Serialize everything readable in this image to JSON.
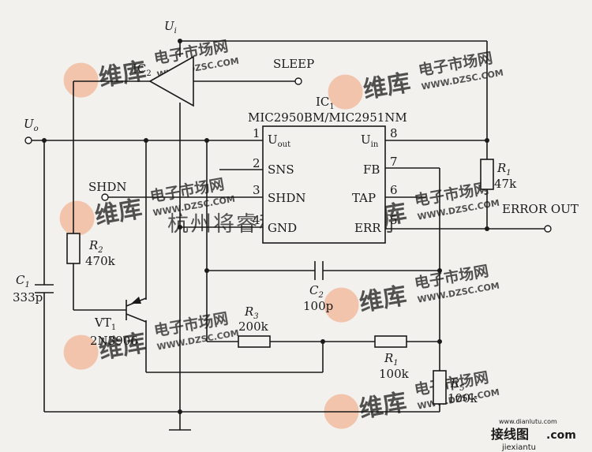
{
  "colors": {
    "ink": "#1a1a1a",
    "paper": "#f3f1ee",
    "watermark": "#f1c0a8",
    "watermark_dot": "#f2b496"
  },
  "terminals": {
    "ui": {
      "main": "U",
      "sub": "i"
    },
    "uo": {
      "main": "U",
      "sub": "o"
    },
    "sleep": "SLEEP",
    "shdn": "SHDN",
    "error_out": "ERROR OUT"
  },
  "ic1": {
    "ref_main": "IC",
    "ref_sub": "1",
    "part": "MIC2950BM/MIC2951NM",
    "pins": [
      {
        "num": "1",
        "name": "U",
        "name_sub": "out"
      },
      {
        "num": "2",
        "name": "SNS"
      },
      {
        "num": "3",
        "name": "SHDN"
      },
      {
        "num": "4",
        "name": "GND"
      },
      {
        "num": "8",
        "name": "U",
        "name_sub": "in"
      },
      {
        "num": "7",
        "name": "FB"
      },
      {
        "num": "6",
        "name": "TAP"
      },
      {
        "num": "5",
        "name": "ERR"
      }
    ]
  },
  "ic2": {
    "ref_main": "IC",
    "ref_sub": "2"
  },
  "components": {
    "r1_top": {
      "ref_main": "R",
      "ref_sub": "1",
      "value": "47k"
    },
    "r2": {
      "ref_main": "R",
      "ref_sub": "2",
      "value": "470k"
    },
    "c1": {
      "ref_main": "C",
      "ref_sub": "1",
      "value": "333p"
    },
    "c2": {
      "ref_main": "C",
      "ref_sub": "2",
      "value": "100p"
    },
    "r3": {
      "ref_main": "R",
      "ref_sub": "3",
      "value": "200k"
    },
    "r1_bottom": {
      "ref_main": "R",
      "ref_sub": "1",
      "value": "100k"
    },
    "r5": {
      "ref_main": "R",
      "ref_sub": "5",
      "value": "100k"
    },
    "vt1": {
      "ref_main": "VT",
      "ref_sub": "1",
      "part": "2N3906"
    }
  },
  "watermarks": {
    "logo": "维库",
    "brand": "电子市场网",
    "url": "WWW.DZSC.COM",
    "company": "杭州将睿科技有限公司",
    "corner_site": "jiexiantu",
    "corner_small": "www.dianlutu.com",
    "corner_logo": "接线图",
    "corner_com": ".com"
  }
}
